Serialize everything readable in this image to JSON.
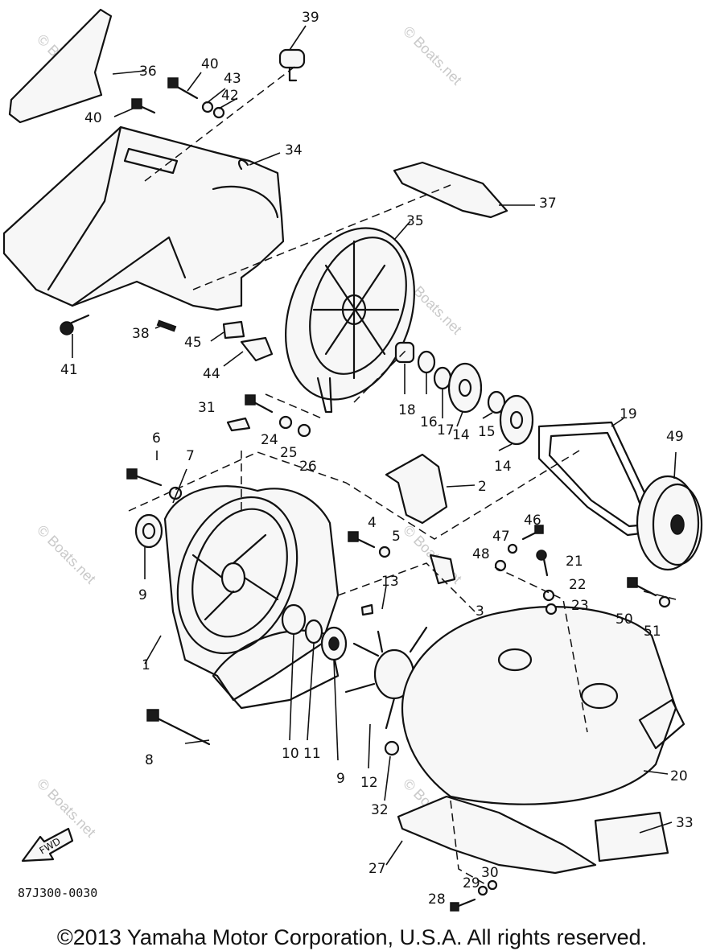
{
  "diagram": {
    "drawing_code": "87J300-0030",
    "fwd_label": "FWD",
    "watermark": "© Boats.net",
    "callouts": [
      "1",
      "2",
      "3",
      "4",
      "5",
      "6",
      "7",
      "8",
      "9",
      "9",
      "10",
      "11",
      "12",
      "13",
      "14",
      "14",
      "15",
      "16",
      "17",
      "18",
      "19",
      "20",
      "21",
      "22",
      "23",
      "24",
      "25",
      "26",
      "27",
      "28",
      "29",
      "30",
      "31",
      "32",
      "33",
      "34",
      "35",
      "36",
      "37",
      "38",
      "39",
      "40",
      "40",
      "41",
      "42",
      "43",
      "44",
      "45",
      "46",
      "47",
      "48",
      "49",
      "50",
      "51"
    ]
  },
  "footer": {
    "copyright": "©2013 Yamaha Motor Corporation, U.S.A. All rights reserved."
  }
}
